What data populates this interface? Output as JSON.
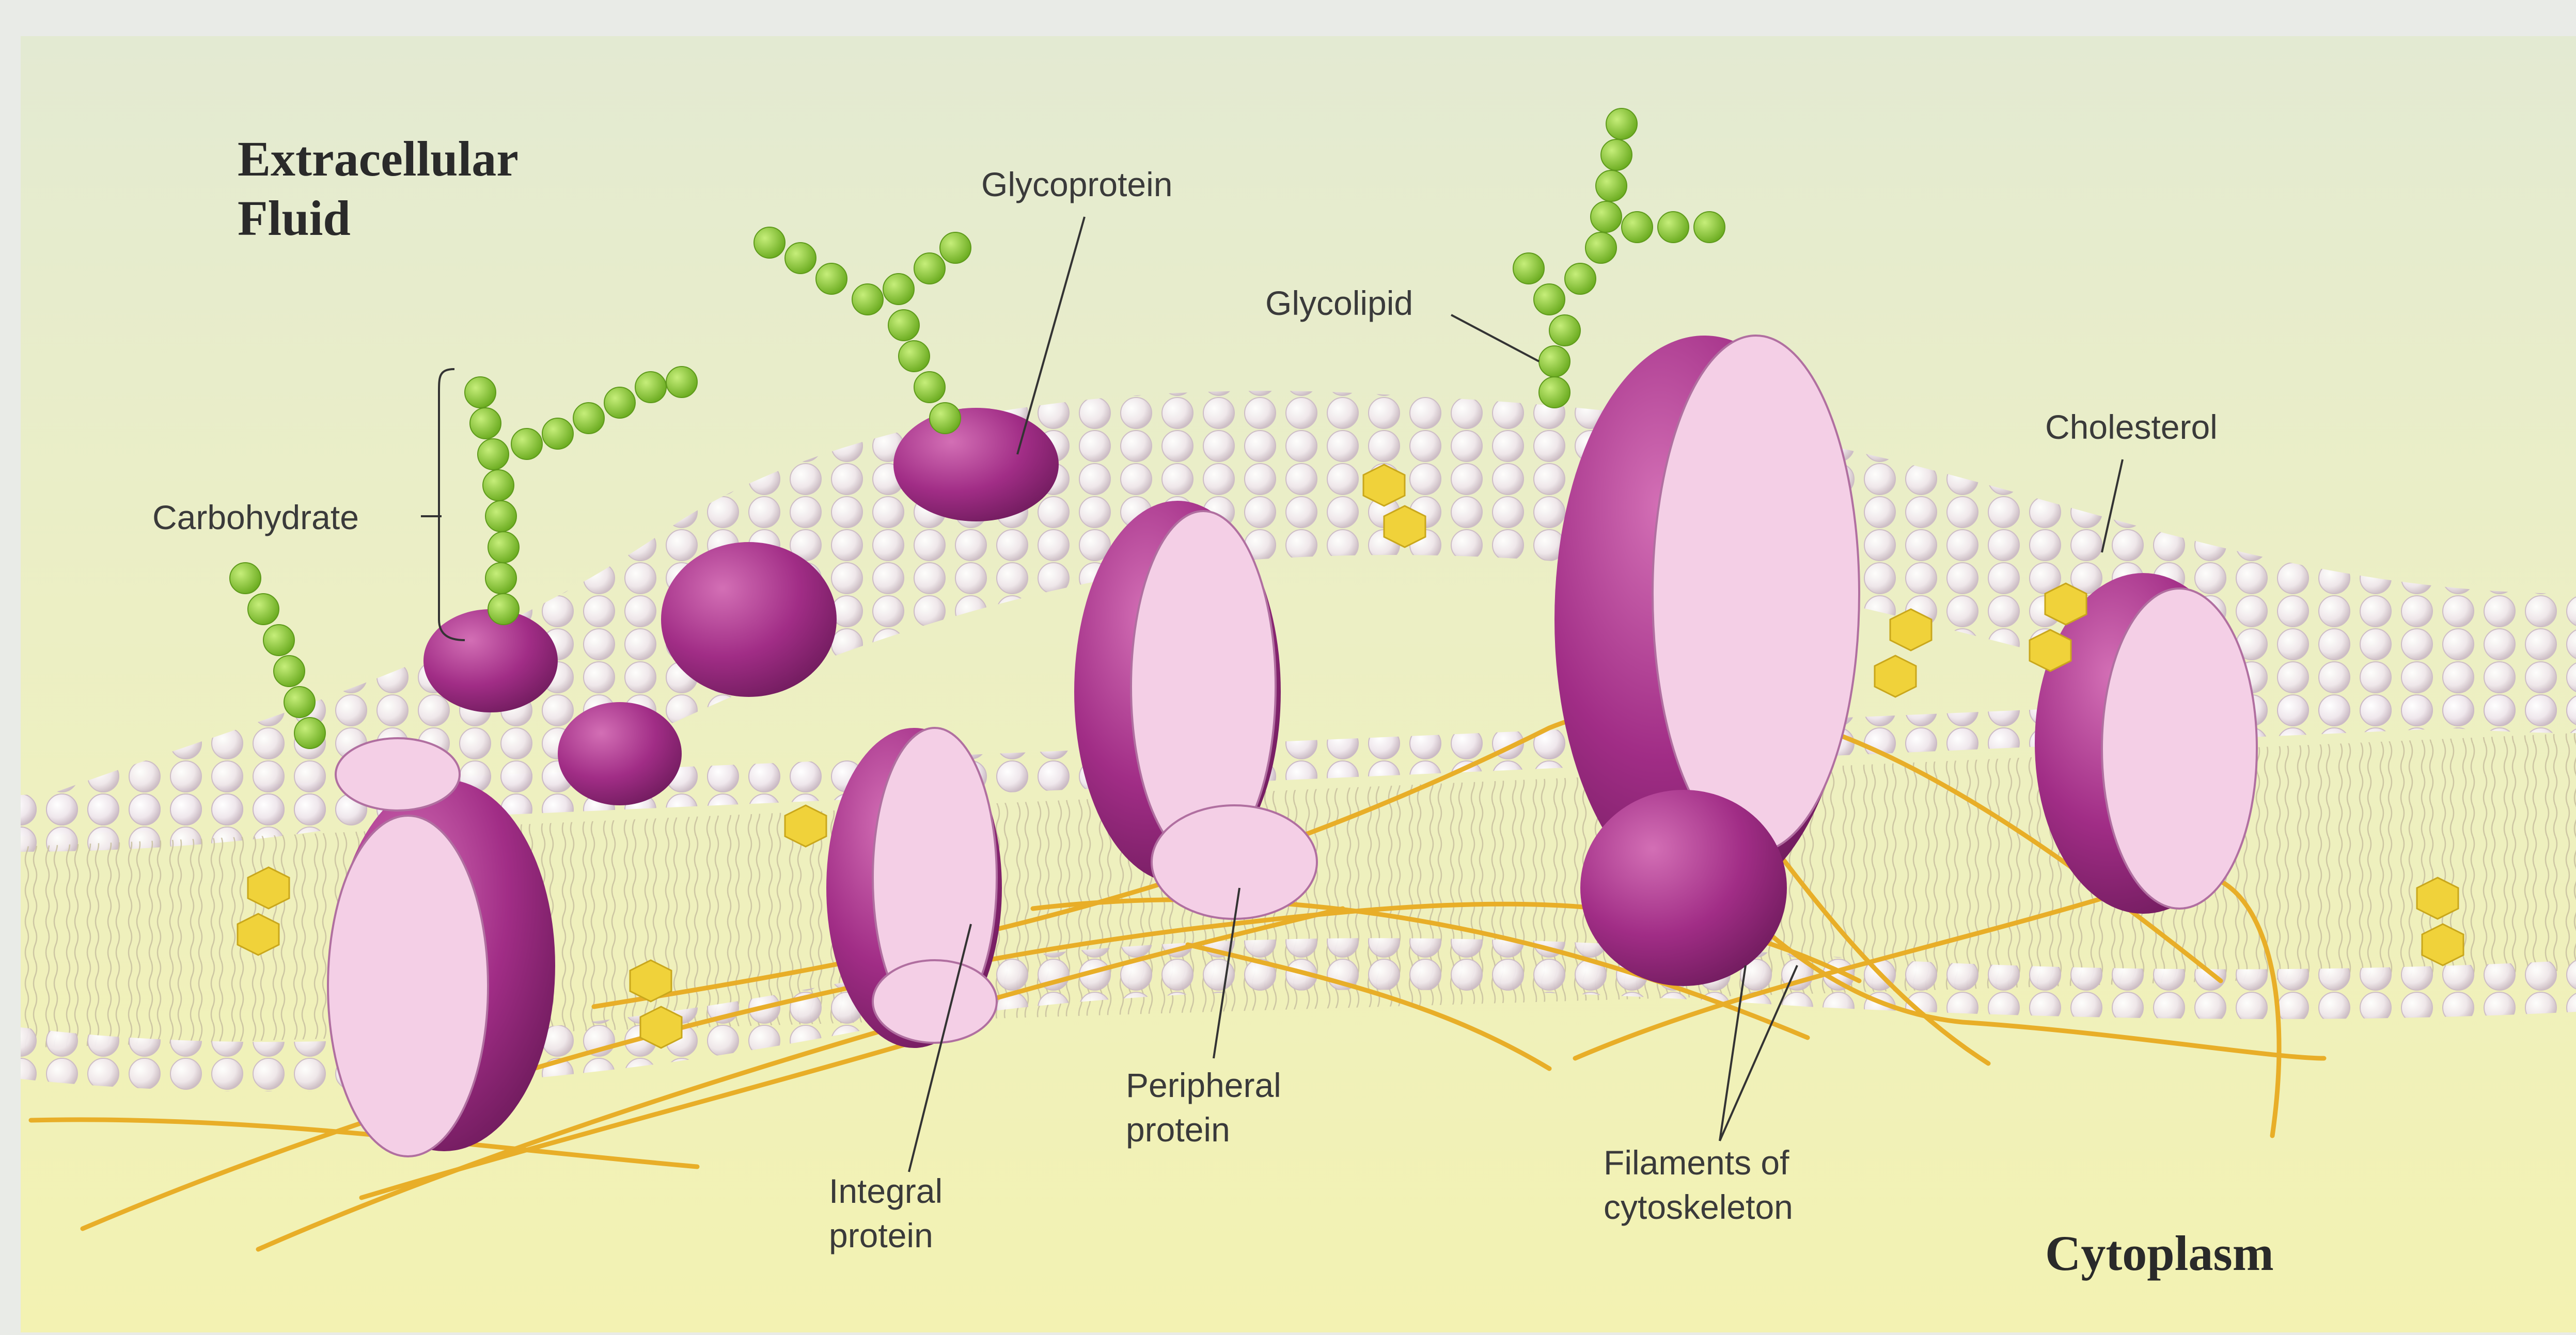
{
  "regions": {
    "extracellular_line1": "Extracellular",
    "extracellular_line2": "Fluid",
    "cytoplasm": "Cytoplasm"
  },
  "labels": {
    "glycoprotein": "Glycoprotein",
    "glycolipid": "Glycolipid",
    "carbohydrate": "Carbohydrate",
    "cholesterol": "Cholesterol",
    "peripheral_line1": "Peripheral",
    "peripheral_line2": "protein",
    "integral_line1": "Integral",
    "integral_line2": "protein",
    "filaments_line1": "Filaments of",
    "filaments_line2": "cytoskeleton"
  },
  "colors": {
    "extracellular_bg": "#e3ead2",
    "cytoplasm_bg": "#f1f0b5",
    "protein_dark": "#a12d86",
    "protein_light": "#f4cfe6",
    "sugar_bead": "#8ecb3a",
    "cholesterol": "#f0d23a",
    "cytoskeleton": "#e8ae28",
    "phospholipid_head": "#f3eef2"
  }
}
